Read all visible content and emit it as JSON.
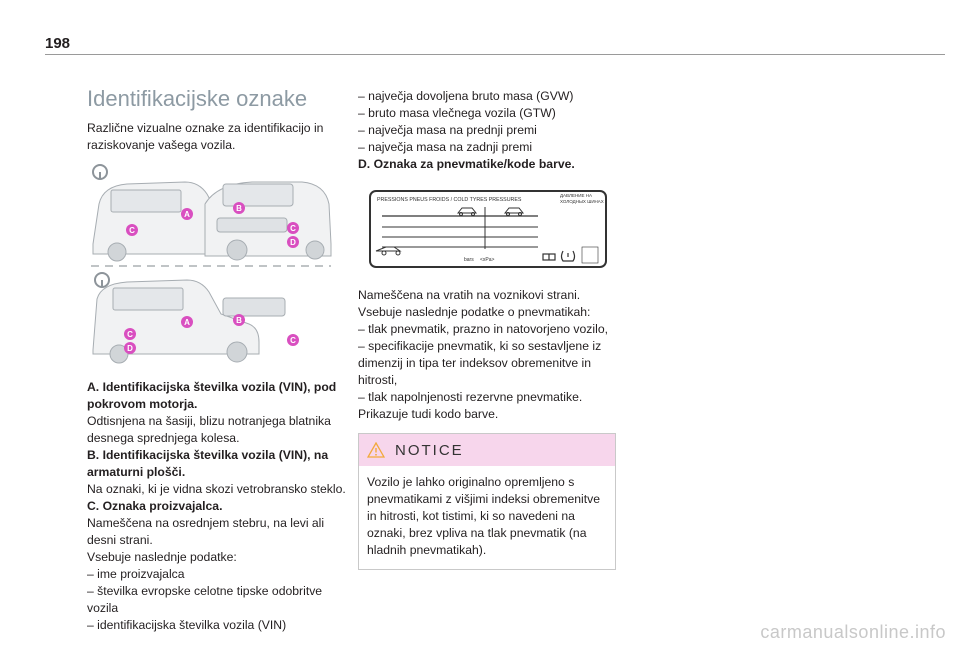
{
  "page": {
    "number": "198"
  },
  "title": "Identifikacijske oznake",
  "intro": "Različne vizualne oznake za identifikacijo in raziskovanje vašega vozila.",
  "figure_labels": [
    "A",
    "B",
    "C",
    "D"
  ],
  "left_text": [
    {
      "text": "A. Identifikacijska številka vozila (VIN), pod pokrovom motorja.",
      "bold": true
    },
    {
      "text": " Odtisnjena na šasiji, blizu notranjega blatnika desnega sprednjega kolesa.",
      "bold": false
    },
    {
      "text": "B. Identifikacijska številka vozila (VIN), na armaturni plošči.",
      "bold": true
    },
    {
      "text": "Na oznaki, ki je vidna skozi vetrobransko steklo.",
      "bold": false
    },
    {
      "text": "C. Oznaka proizvajalca.",
      "bold": true
    },
    {
      "text": "Nameščena na osrednjem stebru, na levi ali desni strani.",
      "bold": false
    },
    {
      "text": "Vsebuje naslednje podatke:",
      "bold": false
    },
    {
      "text": "–  ime proizvajalca",
      "bold": false
    },
    {
      "text": "–  številka evropske celotne tipske odobritve vozila",
      "bold": false
    },
    {
      "text": "–  identifikacijska številka vozila (VIN)",
      "bold": false
    }
  ],
  "right_list": [
    {
      "text": "–  največja dovoljena bruto masa (GVW)",
      "bold": false
    },
    {
      "text": "–  bruto masa vlečnega vozila (GTW)",
      "bold": false
    },
    {
      "text": "–  največja masa na prednji premi",
      "bold": false
    },
    {
      "text": "–  največja masa na zadnji premi",
      "bold": false
    },
    {
      "text": "D. Oznaka za pnevmatike/kode barve.",
      "bold": true
    }
  ],
  "tyre_label": {
    "header": "PRESSIONS PNEUS FROIDS / COLD TYRES PRESSURES",
    "corner_text": [
      "ДАВЛЕНИЕ НА",
      "ХОЛОДНЫХ ШИНАХ"
    ],
    "unit": "bars",
    "psi": "<xPa>"
  },
  "right_text": [
    {
      "text": "Nameščena na vratih na voznikovi strani.",
      "bold": false
    },
    {
      "text": "Vsebuje naslednje podatke o pnevmatikah:",
      "bold": false
    },
    {
      "text": "–  tlak pnevmatik, prazno in natovorjeno vozilo,",
      "bold": false
    },
    {
      "text": "–  specifikacije pnevmatik, ki so sestavljene iz dimenzij in tipa ter indeksov obremenitve in hitrosti,",
      "bold": false
    },
    {
      "text": "–  tlak napolnjenosti rezervne pnevmatike.",
      "bold": false
    },
    {
      "text": "Prikazuje tudi kodo barve.",
      "bold": false
    }
  ],
  "notice": {
    "title": "NOTICE",
    "body": "Vozilo je lahko originalno opremljeno s pnevmatikami z višjimi indeksi obremenitve in hitrosti, kot tistimi, ki so navedeni na oznaki, brez vpliva na tlak pnevmatik (na hladnih pnevmatikah)."
  },
  "watermark": "carmanualsonline.info",
  "colors": {
    "accent_label": "#d94fc0",
    "title_grey": "#8d9aa3",
    "notice_bg": "#f7d6ec",
    "warning": "#f2a93b"
  }
}
